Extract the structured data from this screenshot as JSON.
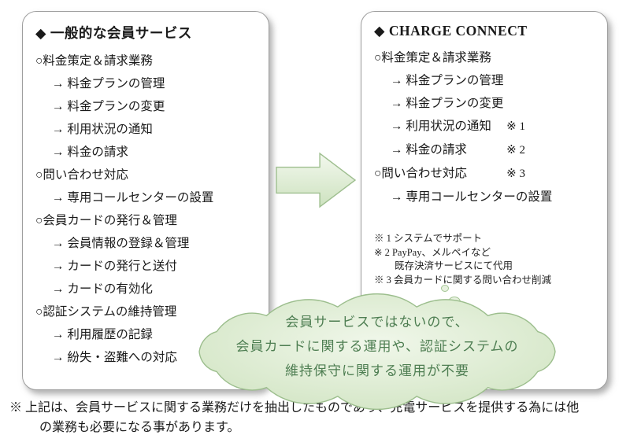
{
  "left_panel": {
    "title": "◆ 一般的な会員サービス",
    "items": [
      {
        "level": 1,
        "text": "○料金策定＆請求業務"
      },
      {
        "level": 2,
        "text": "→ 料金プランの管理"
      },
      {
        "level": 2,
        "text": "→ 料金プランの変更"
      },
      {
        "level": 2,
        "text": "→ 利用状況の通知"
      },
      {
        "level": 2,
        "text": "→ 料金の請求"
      },
      {
        "level": 1,
        "text": "○問い合わせ対応"
      },
      {
        "level": 2,
        "text": "→ 専用コールセンターの設置"
      },
      {
        "level": 1,
        "text": "○会員カードの発行＆管理"
      },
      {
        "level": 2,
        "text": "→ 会員情報の登録＆管理"
      },
      {
        "level": 2,
        "text": "→ カードの発行と送付"
      },
      {
        "level": 2,
        "text": "→ カードの有効化"
      },
      {
        "level": 1,
        "text": "○認証システムの維持管理"
      },
      {
        "level": 2,
        "text": "→ 利用履歴の記録"
      },
      {
        "level": 2,
        "text": "→ 紛失・盗難への対応"
      }
    ]
  },
  "right_panel": {
    "title": "◆ CHARGE CONNECT",
    "items": [
      {
        "level": 1,
        "text": "○料金策定＆請求業務",
        "note": ""
      },
      {
        "level": 2,
        "text": "→ 料金プランの管理",
        "note": ""
      },
      {
        "level": 2,
        "text": "→ 料金プランの変更",
        "note": ""
      },
      {
        "level": 2,
        "text": "→ 利用状況の通知",
        "note": "※ 1"
      },
      {
        "level": 2,
        "text": "→ 料金の請求",
        "note": "※ 2"
      },
      {
        "level": 1,
        "text": "○問い合わせ対応",
        "note": "※ 3"
      },
      {
        "level": 2,
        "text": "→ 専用コールセンターの設置",
        "note": ""
      }
    ],
    "footnotes": [
      "※ 1 システムでサポート",
      "※ 2 PayPay、メルペイなど",
      "既存決済サービスにて代用",
      "※ 3 会員カードに関する問い合わせ削減"
    ]
  },
  "cloud": {
    "lines": [
      "会員サービスではないので、",
      "会員カードに関する運用や、認証システムの",
      "維持保守に関する運用が不要"
    ]
  },
  "bottom_note": {
    "line1": "※ 上記は、会員サービスに関する業務だけを抽出したものであり、充電サービスを提供する為には他",
    "line2": "の業務も必要になる事があります。"
  },
  "colors": {
    "panel_border": "#9e9e9e",
    "arrow_fill": "#d7e7ca",
    "arrow_border": "#9fbf90",
    "cloud_fill": "#dcebcf",
    "cloud_border": "#9cbe8d",
    "cloud_text": "#4e7e52"
  }
}
